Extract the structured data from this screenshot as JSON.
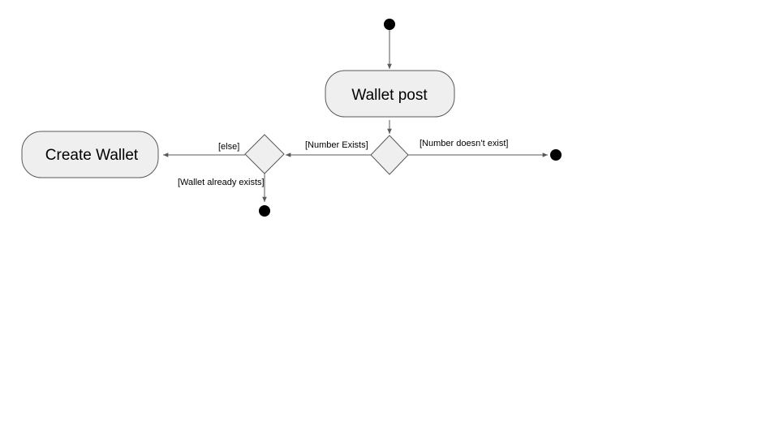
{
  "nodes": {
    "wallet_post": "Wallet post",
    "create_wallet": "Create Wallet"
  },
  "edges": {
    "number_exists": "[Number Exists]",
    "number_doesnt_exist": "[Number doesn’t exist]",
    "else": "[else]",
    "wallet_already_exists": "[Wallet already exists]"
  },
  "colors": {
    "shape_fill": "#efefef",
    "shape_stroke": "#595959",
    "terminal": "#000000"
  }
}
